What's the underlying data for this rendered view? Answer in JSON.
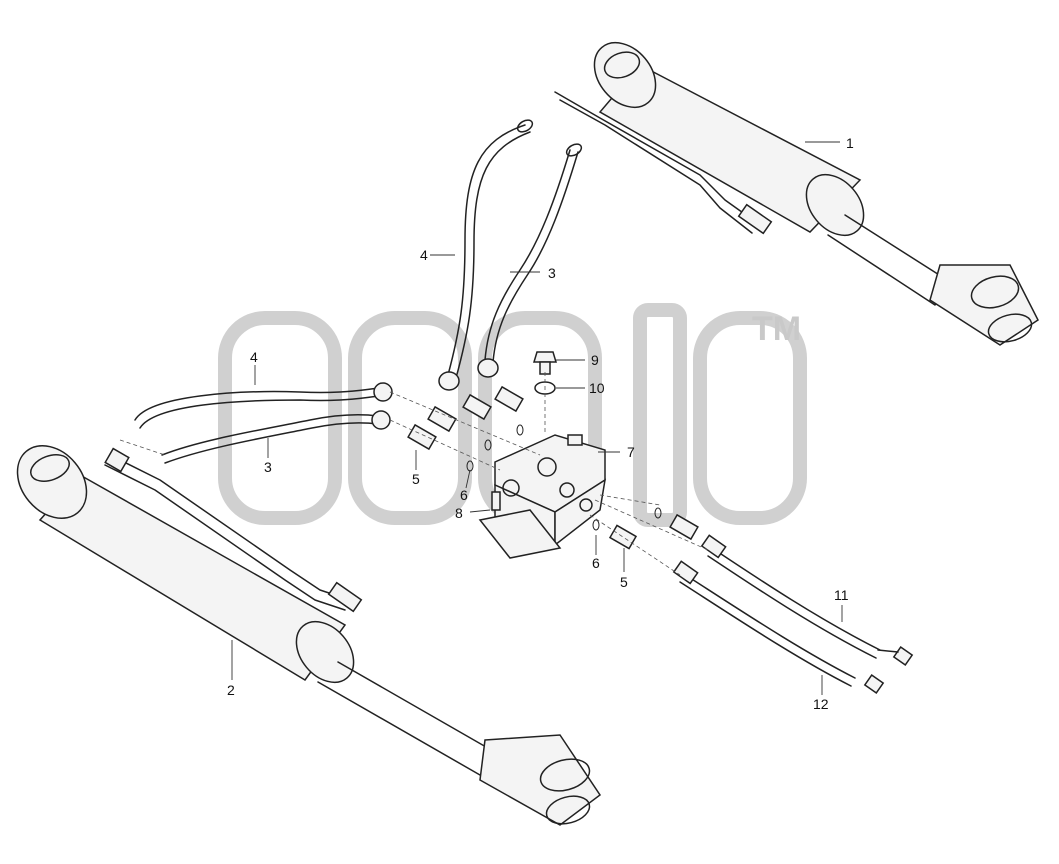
{
  "watermark": {
    "tm": "TM"
  },
  "labels": {
    "p1": "1",
    "p2": "2",
    "p3a": "3",
    "p3b": "3",
    "p4a": "4",
    "p4b": "4",
    "p5a": "5",
    "p5b": "5",
    "p6a": "6",
    "p6b": "6",
    "p7": "7",
    "p8": "8",
    "p9": "9",
    "p10": "10",
    "p11": "11",
    "p12": "12"
  }
}
